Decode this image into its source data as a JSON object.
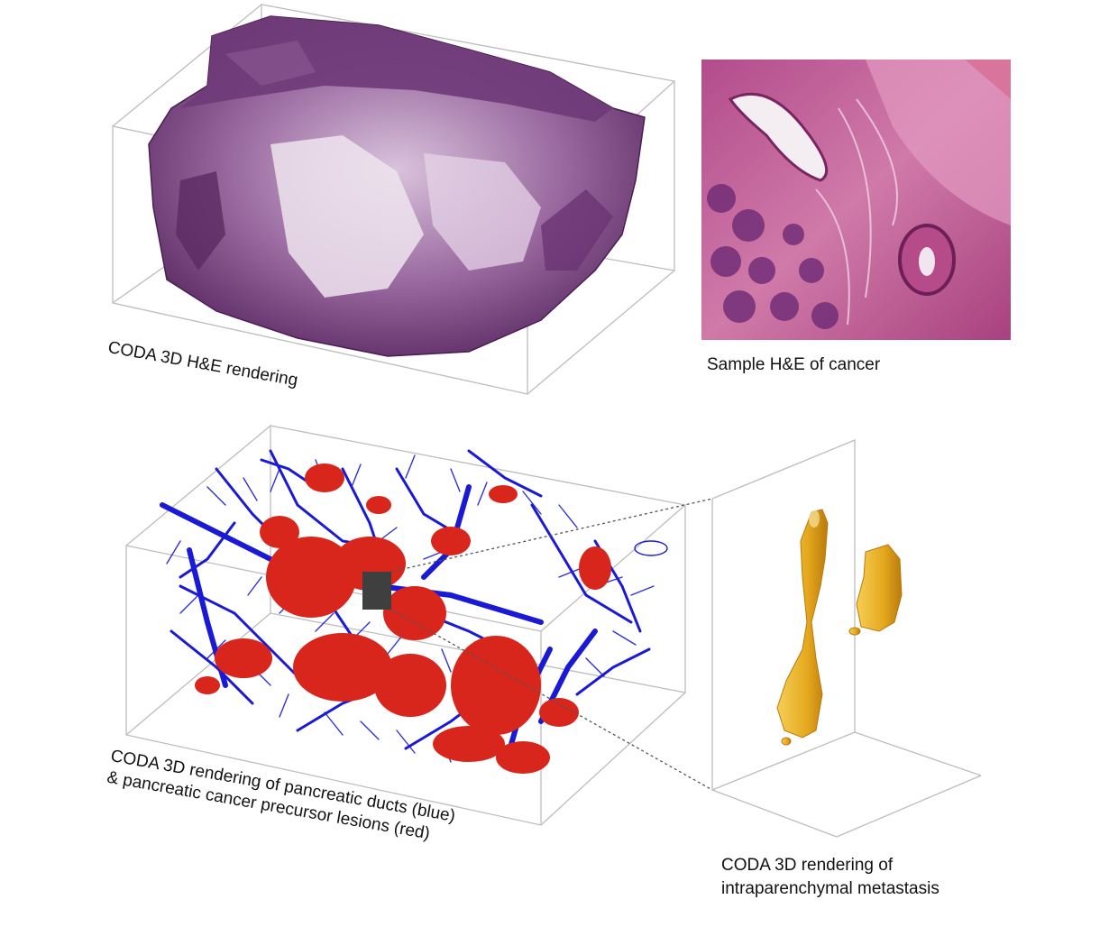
{
  "figure": {
    "panels": [
      {
        "caption": "CODA 3D H&E rendering"
      },
      {
        "caption": "Sample H&E of cancer"
      },
      {
        "caption_lines": [
          "CODA 3D rendering of pancreatic ducts (blue)",
          "& pancreatic cancer precursor lesions (red)"
        ]
      },
      {
        "caption_lines": [
          "CODA 3D rendering of",
          "intraparenchymal metastasis"
        ]
      }
    ],
    "colors": {
      "he_tissue_dark": "#5b2a63",
      "he_tissue_light": "#eaddea",
      "he_slide_pink": "#c25a93",
      "duct_blue": "#1a1ad6",
      "lesion_red": "#d8261c",
      "metastasis_gold": "#e5a81e",
      "box_line": "#bdbdbd"
    }
  }
}
